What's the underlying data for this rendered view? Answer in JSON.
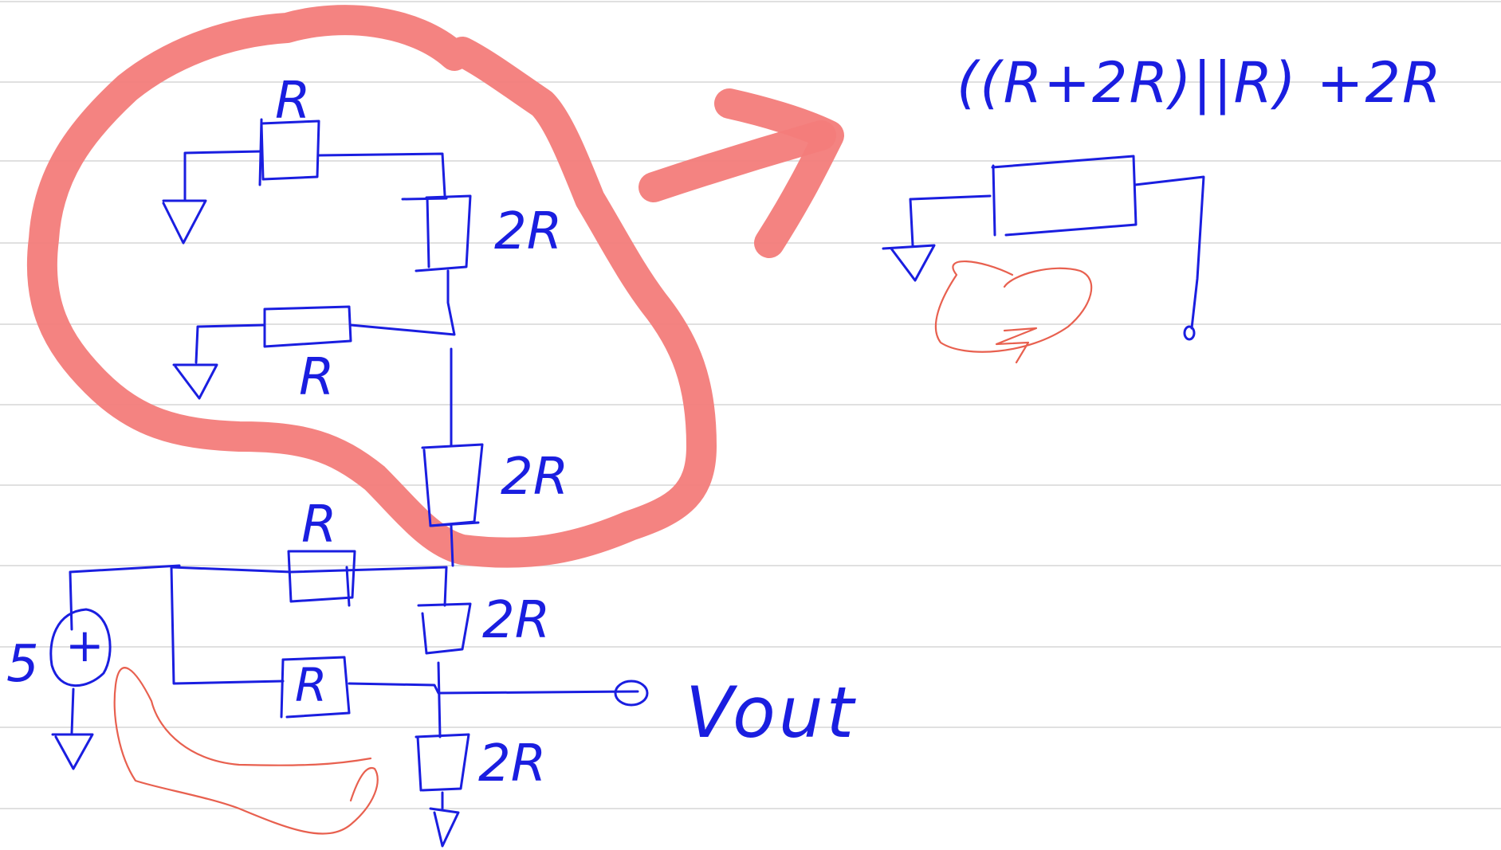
{
  "labels": {
    "top_r": "R",
    "upper_2r": "2R",
    "mid_r": "R",
    "middle_2r": "2R",
    "lower_r": "R",
    "lower_2r": "2R",
    "bottom_r": "R",
    "bottom_2r": "2R",
    "source": "5",
    "source_sign": "+",
    "output": "Vout",
    "formula": "((R+2R)||R) +2R"
  },
  "colors": {
    "ink": "#1a1ee0",
    "highlighter": "#f37c7a",
    "annotation": "#e8604f",
    "rules": "#d6d6d6"
  }
}
